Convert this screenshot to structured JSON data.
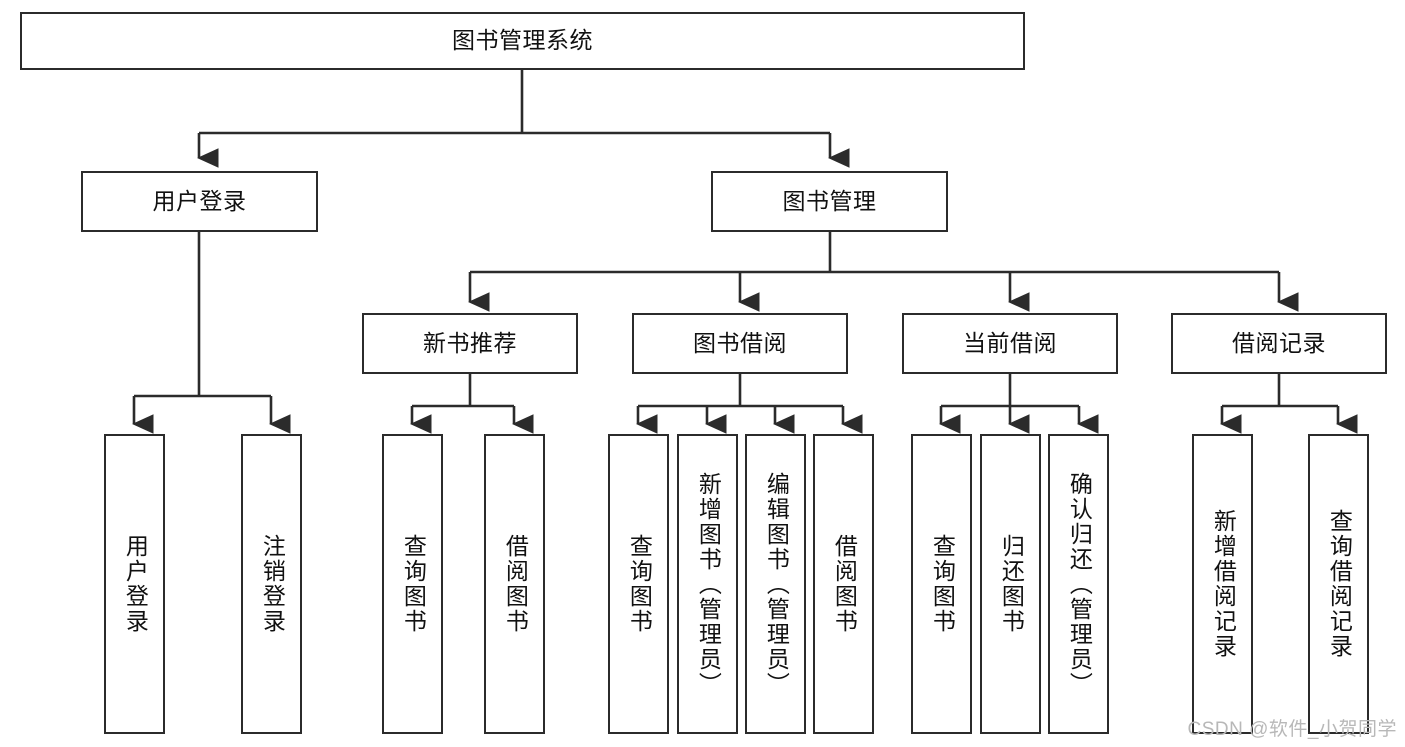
{
  "diagram": {
    "title": "图书管理系统",
    "type": "tree-hierarchy-chart",
    "colors": {
      "box_border": "#2b2b2b",
      "box_fill": "#ffffff",
      "edge": "#2b2b2b",
      "text": "#111111",
      "watermark": "#b8b8b8",
      "background": "#ffffff"
    },
    "root": {
      "label": "图书管理系统"
    },
    "level2": [
      {
        "label": "用户登录"
      },
      {
        "label": "图书管理"
      }
    ],
    "level3": [
      {
        "label": "新书推荐"
      },
      {
        "label": "图书借阅"
      },
      {
        "label": "当前借阅"
      },
      {
        "label": "借阅记录"
      }
    ],
    "leaves": {
      "user_login": [
        {
          "label": "用户登录"
        },
        {
          "label": "注销登录"
        }
      ],
      "new_book_recommend": [
        {
          "label": "查询图书"
        },
        {
          "label": "借阅图书"
        }
      ],
      "book_borrow": [
        {
          "label": "查询图书"
        },
        {
          "label": "新增图书（管理员）"
        },
        {
          "label": "编辑图书（管理员）"
        },
        {
          "label": "借阅图书"
        }
      ],
      "current_borrow": [
        {
          "label": "查询图书"
        },
        {
          "label": "归还图书"
        },
        {
          "label": "确认归还（管理员）"
        }
      ],
      "borrow_record": [
        {
          "label": "新增借阅记录"
        },
        {
          "label": "查询借阅记录"
        }
      ]
    }
  },
  "watermark": {
    "text": "CSDN @软件_小贺同学"
  }
}
